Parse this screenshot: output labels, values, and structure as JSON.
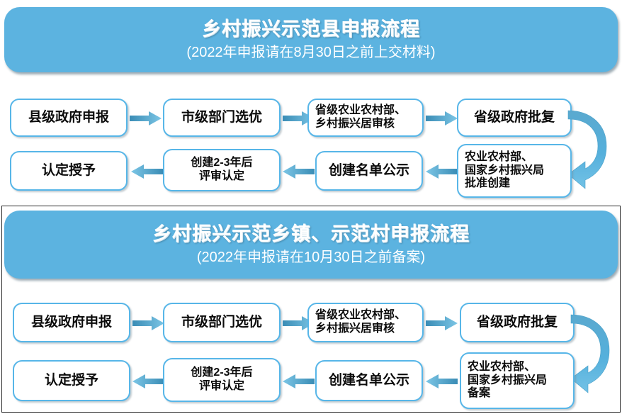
{
  "colors": {
    "banner_blue": "#5cb3e0",
    "node_border": "#57b6e8",
    "arrow_dark": "#3a8cb5",
    "arrow_light": "#77c4e4",
    "text": "#0b0b0b",
    "frame": "#2b2b2b"
  },
  "sections": [
    {
      "id": "county",
      "banner": {
        "title": "乡村振兴示范县申报流程",
        "subtitle": "(2022年申报请在8月30日之前上交材料)"
      },
      "top_row": [
        {
          "text": "县级政府申报",
          "lines": [
            "县级政府申报"
          ],
          "align": "center"
        },
        {
          "text": "市级部门选优",
          "lines": [
            "市级部门选优"
          ],
          "align": "center"
        },
        {
          "text": "省级农业农村部、乡村振兴居审核",
          "lines": [
            "省级农业农村部、",
            "乡村振兴居审核"
          ],
          "align": "left"
        },
        {
          "text": "省级政府批复",
          "lines": [
            "省级政府批复"
          ],
          "align": "center"
        }
      ],
      "bottom_row": [
        {
          "text": "认定授予",
          "lines": [
            "认定授予"
          ],
          "align": "center"
        },
        {
          "text": "创建2-3年后评审认定",
          "lines": [
            "创建2-3年后",
            "评审认定"
          ],
          "align": "center"
        },
        {
          "text": "创建名单公示",
          "lines": [
            "创建名单公示"
          ],
          "align": "center"
        },
        {
          "text": "农业农村部、国家乡村振兴局批准创建",
          "lines": [
            "农业农村部、",
            "国家乡村振兴局",
            "批准创建"
          ],
          "align": "left"
        }
      ],
      "connector": "curved-down-arrow"
    },
    {
      "id": "town-village",
      "banner": {
        "title": "乡村振兴示范乡镇、示范村申报流程",
        "subtitle": "(2022年申报请在10月30日之前备案)"
      },
      "top_row": [
        {
          "text": "县级政府申报",
          "lines": [
            "县级政府申报"
          ],
          "align": "center"
        },
        {
          "text": "市级部门选优",
          "lines": [
            "市级部门选优"
          ],
          "align": "center"
        },
        {
          "text": "省级农业农村部、乡村振兴居审核",
          "lines": [
            "省级农业农村部、",
            "乡村振兴居审核"
          ],
          "align": "left"
        },
        {
          "text": "省级政府批复",
          "lines": [
            "省级政府批复"
          ],
          "align": "center"
        }
      ],
      "bottom_row": [
        {
          "text": "认定授予",
          "lines": [
            "认定授予"
          ],
          "align": "center"
        },
        {
          "text": "创建2-3年后评审认定",
          "lines": [
            "创建2-3年后",
            "评审认定"
          ],
          "align": "center"
        },
        {
          "text": "创建名单公示",
          "lines": [
            "创建名单公示"
          ],
          "align": "center"
        },
        {
          "text": "农业农村部、国家乡村振兴局备案",
          "lines": [
            "农业农村部、",
            "国家乡村振兴局",
            "备案"
          ],
          "align": "left"
        }
      ],
      "connector": "curved-down-arrow"
    }
  ]
}
